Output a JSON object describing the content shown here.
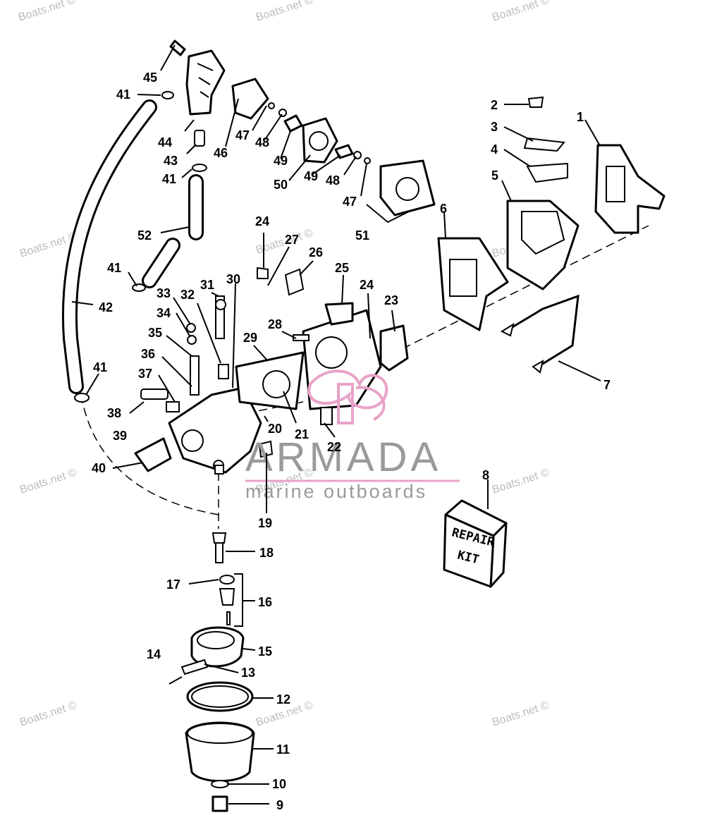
{
  "watermarks": [
    "Boats.net ©",
    "Boats.net ©",
    "Boats.net ©",
    "Boats.net ©",
    "Boats.net ©",
    "Boats.net ©",
    "Boats.net ©",
    "Boats.net ©",
    "Boats.net ©",
    "Boats.net ©",
    "Boats.net ©",
    "Boats.net ©"
  ],
  "brand": {
    "name": "ARMADA",
    "tagline": "marine outboards",
    "logo_color": "#e8a3c9",
    "text_color": "#9a9a9a"
  },
  "repair_kit": {
    "line1": "REPAIR",
    "line2": "KIT"
  },
  "callouts": [
    "1",
    "2",
    "3",
    "4",
    "5",
    "6",
    "7",
    "8",
    "9",
    "10",
    "11",
    "12",
    "13",
    "14",
    "15",
    "16",
    "17",
    "18",
    "19",
    "20",
    "21",
    "22",
    "23",
    "24",
    "24",
    "25",
    "26",
    "27",
    "28",
    "29",
    "30",
    "31",
    "32",
    "33",
    "34",
    "35",
    "36",
    "37",
    "38",
    "39",
    "40",
    "41",
    "41",
    "41",
    "41",
    "42",
    "43",
    "44",
    "45",
    "46",
    "47",
    "47",
    "48",
    "48",
    "49",
    "49",
    "50",
    "51",
    "52"
  ]
}
